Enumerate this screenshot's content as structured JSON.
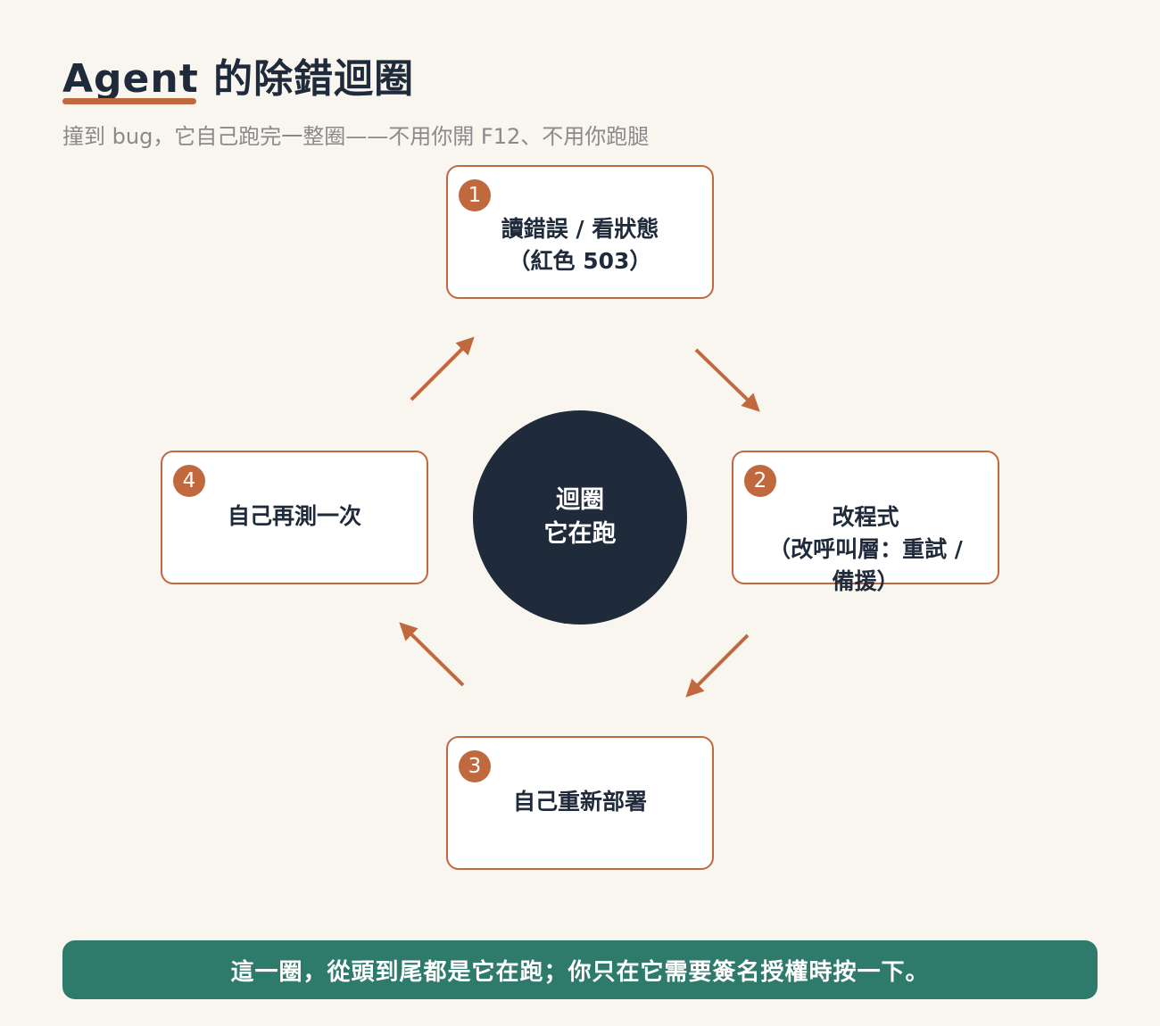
{
  "header": {
    "title": "Agent 的除錯迴圈",
    "subtitle": "撞到 bug，它自己跑完一整圈——不用你開 F12、不用你跑腿"
  },
  "center": {
    "line1": "迴圈",
    "line2": "它在跑"
  },
  "steps": [
    {
      "number": "1",
      "line1": "讀錯誤 / 看狀態",
      "line2": "（紅色 503）"
    },
    {
      "number": "2",
      "line1": "改程式",
      "line2": "（改呼叫層：重試 /",
      "line3": "備援）"
    },
    {
      "number": "3",
      "line1": "自己重新部署"
    },
    {
      "number": "4",
      "line1": "自己再測一次"
    }
  ],
  "footer": {
    "text": "這一圈，從頭到尾都是它在跑；你只在它需要簽名授權時按一下。"
  },
  "colors": {
    "background": "#f9f6f0",
    "accent": "#c0683e",
    "dark": "#1f2a3a",
    "footer": "#2e7a6b",
    "muted": "#8a8a8a"
  }
}
